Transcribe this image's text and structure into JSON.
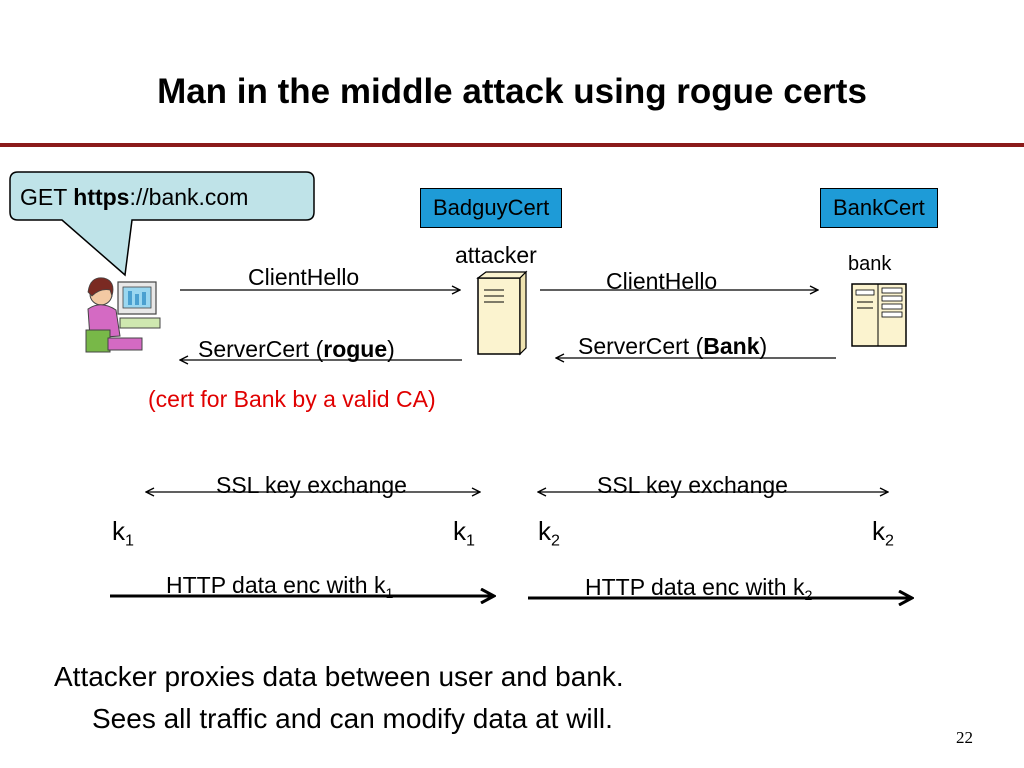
{
  "title": "Man in the middle attack using rogue certs",
  "speech": {
    "prefix": "GET ",
    "bold": "https",
    "suffix": "://bank.com"
  },
  "certs": {
    "badguy": "BadguyCert",
    "bank": "BankCert"
  },
  "nodes": {
    "attacker": "attacker",
    "bank": "bank"
  },
  "left": {
    "client_hello": "ClientHello",
    "server_cert_prefix": "ServerCert (",
    "server_cert_bold": "rogue",
    "server_cert_suffix": ")",
    "note": "(cert for Bank by a valid CA)",
    "ssl": "SSL key exchange",
    "key_base": "k",
    "key_sub": "1",
    "http": "HTTP data enc with k",
    "http_sub": "1"
  },
  "right": {
    "client_hello": "ClientHello",
    "server_cert_prefix": "ServerCert (",
    "server_cert_bold": "Bank",
    "server_cert_suffix": ")",
    "ssl": "SSL key exchange",
    "key_base": "k",
    "key_sub": "2",
    "http": "HTTP data enc with k",
    "http_sub": "2"
  },
  "bullets": [
    "Attacker proxies data between user and bank.",
    "Sees all traffic and can modify data at will."
  ],
  "page_number": "22",
  "colors": {
    "rule": "#8b1a1a",
    "cert_box": "#1e9bd7",
    "speech_fill": "#bfe3e8",
    "note": "#e00000"
  }
}
